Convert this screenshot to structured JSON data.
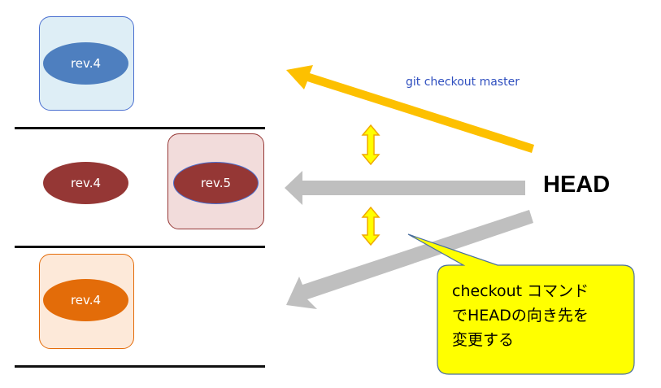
{
  "diagram": {
    "top_branch": {
      "node_label": "rev.4",
      "box_color": "#deeef6",
      "box_border": "#4a6fd0",
      "node_color": "#4e7fbf"
    },
    "middle_branch": {
      "node_left_label": "rev.4",
      "node_right_label": "rev.5",
      "box_color": "#f2dcdb",
      "box_border": "#953735",
      "node_color": "#953735"
    },
    "bottom_branch": {
      "node_label": "rev.4",
      "box_color": "#fde9d9",
      "box_border": "#e46c0a",
      "node_color": "#e36c09"
    },
    "head_label": "HEAD",
    "command_label": "git checkout master",
    "callout": {
      "line1": "checkout コマンド",
      "line2": "でHEADの向き先を",
      "line3": "変更する",
      "fill": "#ffff00",
      "border": "#4a6f9f"
    },
    "arrow_colors": {
      "active": "#fdc000",
      "inactive": "#bfbfbf",
      "switch": "#ffff00",
      "switch_border": "#f0a800"
    }
  }
}
